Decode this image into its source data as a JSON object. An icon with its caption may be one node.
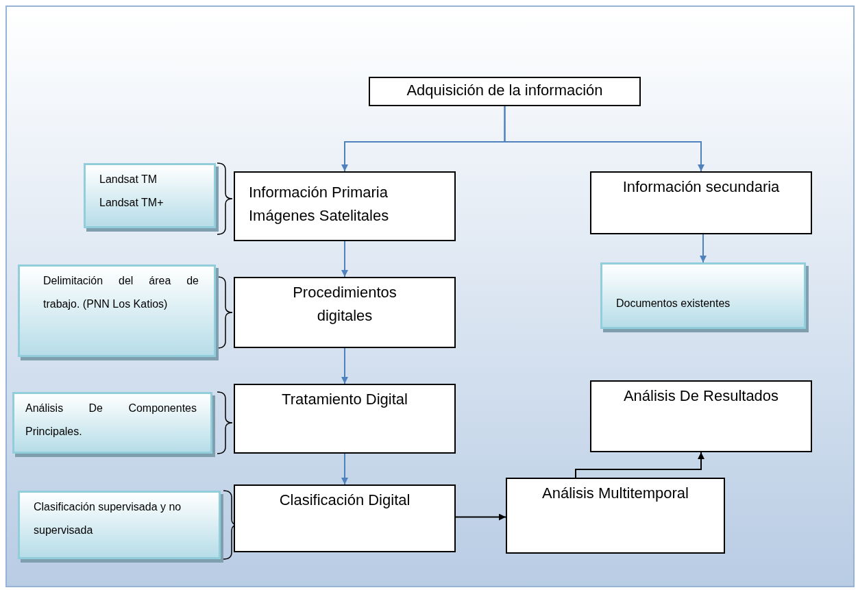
{
  "diagram": {
    "nodes": [
      {
        "text": [
          "Adquisición de la información"
        ]
      },
      {
        "text": [
          "Información Primaria Imágenes Satelitales"
        ]
      },
      {
        "text": [
          "Información secundaria"
        ]
      },
      {
        "text": [
          "Landsat TM Landsat TM+"
        ]
      },
      {
        "text": [
          "Procedimientos digitales"
        ]
      },
      {
        "text": [
          "Delimitación del área de trabajo. (PNN Los Katios)"
        ]
      },
      {
        "text": [
          "Documentos existentes"
        ]
      },
      {
        "text": [
          "Tratamiento Digital"
        ]
      },
      {
        "text": [
          "Análisis De Componentes Principales."
        ]
      },
      {
        "text": [
          "Análisis De Resultados"
        ]
      },
      {
        "text": [
          "Clasificación Digital"
        ]
      },
      {
        "text": [
          "Clasificación supervisada y no supervisada"
        ]
      },
      {
        "text": [
          "Análisis Multitemporal"
        ]
      }
    ],
    "edges": [
      {
        "from": 0,
        "to": 1,
        "arrow": "to"
      },
      {
        "from": 0,
        "to": 2,
        "arrow": "to"
      },
      {
        "from": 1,
        "to": 4,
        "arrow": "to"
      },
      {
        "from": 2,
        "to": 6,
        "arrow": "to"
      },
      {
        "from": 4,
        "to": 7,
        "arrow": "to"
      },
      {
        "from": 7,
        "to": 10,
        "arrow": "to"
      },
      {
        "from": 10,
        "to": 12,
        "arrow": "to",
        "color": "#000000"
      },
      {
        "from": 12,
        "to": 9,
        "arrow": "to",
        "color": "#000000"
      }
    ]
  }
}
